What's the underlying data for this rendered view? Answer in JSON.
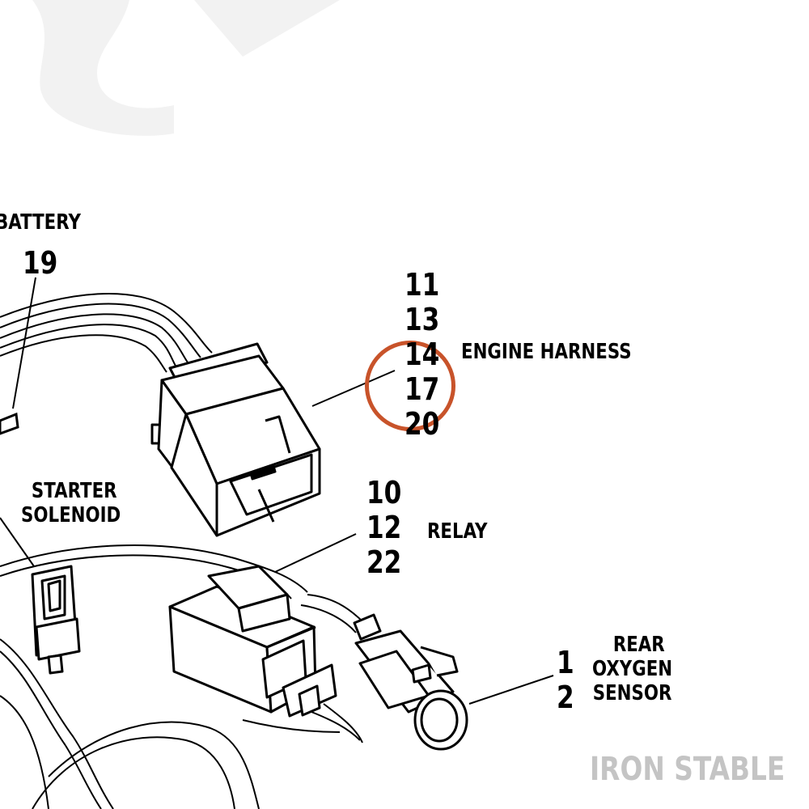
{
  "components": {
    "battery": {
      "name": "BATTERY",
      "refs": [
        "19"
      ]
    },
    "engine_harness": {
      "name": "ENGINE HARNESS",
      "refs": [
        "11",
        "13",
        "14",
        "17",
        "20"
      ],
      "highlighted_ref": "17"
    },
    "starter_solenoid": {
      "name_lines": [
        "STARTER",
        "SOLENOID"
      ]
    },
    "relay": {
      "name": "RELAY",
      "refs": [
        "10",
        "12",
        "22"
      ]
    },
    "rear_oxygen_sensor": {
      "name_lines": [
        "REAR",
        "OXYGEN",
        "SENSOR"
      ],
      "refs": [
        "1",
        "2"
      ]
    }
  },
  "brand": {
    "mark": "IRON STABLE"
  },
  "colors": {
    "highlight": "#c8532a",
    "line": "#000000",
    "watermark": "#f2f2f2",
    "brand": "#c4c4c4"
  }
}
